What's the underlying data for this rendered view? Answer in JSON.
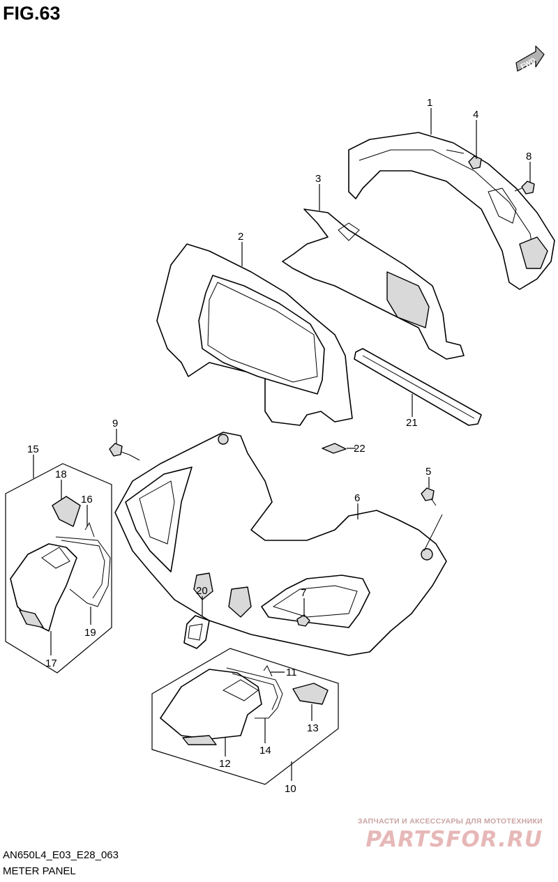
{
  "figure_title": "FIG.63",
  "fwd_label": "FWD",
  "part_numbers": [
    "1",
    "2",
    "3",
    "4",
    "5",
    "6",
    "7",
    "8",
    "9",
    "10",
    "11",
    "12",
    "13",
    "14",
    "15",
    "16",
    "17",
    "18",
    "19",
    "20",
    "21",
    "22"
  ],
  "diagram_code": "AN650L4_E03_E28_063",
  "diagram_subtitle": "METER PANEL",
  "watermark": {
    "tagline": "ЗАПЧАСТИ И АКСЕССУАРЫ ДЛЯ МОТОТЕХНИКИ",
    "brand": "PARTSFOR.RU"
  },
  "colors": {
    "watermark": "#e7b8b8",
    "part_shade": "#d9d9d9"
  }
}
